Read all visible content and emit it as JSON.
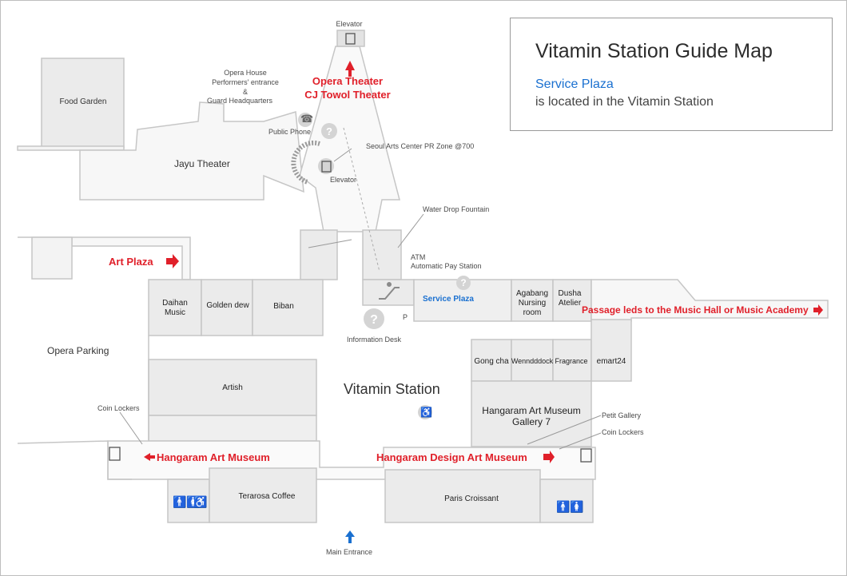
{
  "legend": {
    "title": "Vitamin Station Guide Map",
    "highlight": "Service Plaza",
    "description": "is located in the Vitamin Station"
  },
  "directions": {
    "opera_theater_line1": "Opera Theater",
    "opera_theater_line2": "CJ Towol Theater",
    "art_plaza": "Art Plaza",
    "music_hall_passage": "Passage leds to the Music Hall or Music Academy",
    "hangaram_art_museum": "Hangaram Art Museum",
    "hangaram_design_art_museum": "Hangaram Design Art Museum"
  },
  "labels": {
    "elevator_top": "Elevator",
    "opera_house_line1": "Opera House",
    "opera_house_line2": "Performers' entrance",
    "opera_house_line3": "&",
    "opera_house_line4": "Guard Headquarters",
    "public_phone": "Public Phone",
    "food_garden": "Food Garden",
    "jayu_theater": "Jayu Theater",
    "elevator_mid": "Elevator",
    "pr_zone": "Seoul Arts Center PR Zone @700",
    "water_drop_fountain": "Water Drop Fountain",
    "atm_line1": "ATM",
    "atm_line2": "Automatic Pay Station",
    "service_plaza": "Service Plaza",
    "information_desk": "Information Desk",
    "opera_parking": "Opera Parking",
    "vitamin_station": "Vitamin Station",
    "coin_lockers_left": "Coin Lockers",
    "petit_gallery": "Petit Gallery",
    "coin_lockers_right": "Coin Lockers",
    "main_entrance": "Main Entrance",
    "parking_p": "P"
  },
  "shops": {
    "daihan_line1": "Daihan",
    "daihan_line2": "Music",
    "golden_dew": "Golden dew",
    "biban": "Biban",
    "agabang_line1": "Agabang",
    "agabang_line2": "Nursing",
    "agabang_line3": "room",
    "dusha_line1": "Dusha",
    "dusha_line2": "Atelier",
    "artish": "Artish",
    "gong_cha": "Gong cha",
    "wenndddock": "Wenndddock",
    "fragrance": "Fragrance",
    "emart24": "emart24",
    "hangaram_gallery_line1": "Hangaram Art Museum",
    "hangaram_gallery_line2": "Gallery 7",
    "terarosa": "Terarosa Coffee",
    "paris_croissant": "Paris Croissant"
  },
  "colors": {
    "room_fill": "#e9e9e9",
    "room_stroke": "#c9c9c9",
    "corridor_stroke": "#cfcfcf",
    "direction_red": "#e0202a",
    "highlight_blue": "#1a70d0"
  }
}
